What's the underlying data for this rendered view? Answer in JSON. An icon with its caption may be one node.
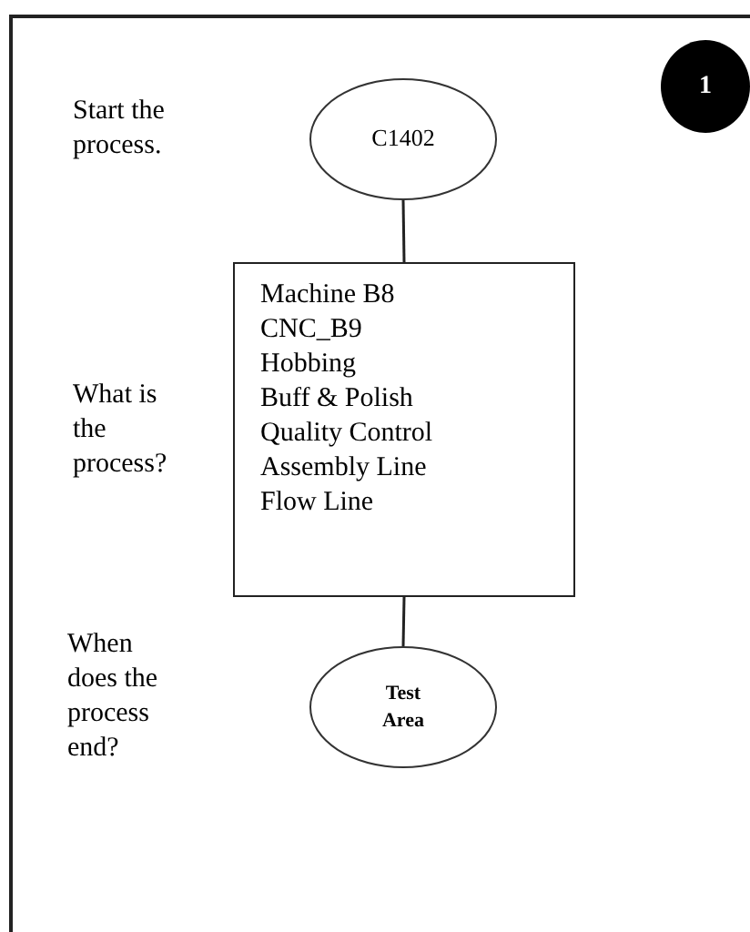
{
  "diagram": {
    "nodes": [
      {
        "text": [
          "C1402"
        ]
      },
      {
        "text": [
          "Machine B8",
          "CNC_B9",
          "Hobbing",
          "Buff & Polish",
          "Quality Control",
          "Assembly Line",
          "Flow Line"
        ]
      },
      {
        "text": [
          "Test Area"
        ]
      },
      {
        "text": [
          "1"
        ]
      }
    ],
    "edges": [
      {
        "from": 0,
        "to": 1,
        "arrow": "none"
      },
      {
        "from": 1,
        "to": 2,
        "arrow": "none"
      }
    ],
    "labels": [
      "Start the process.",
      "What is the process?",
      "When does the process end?"
    ]
  }
}
